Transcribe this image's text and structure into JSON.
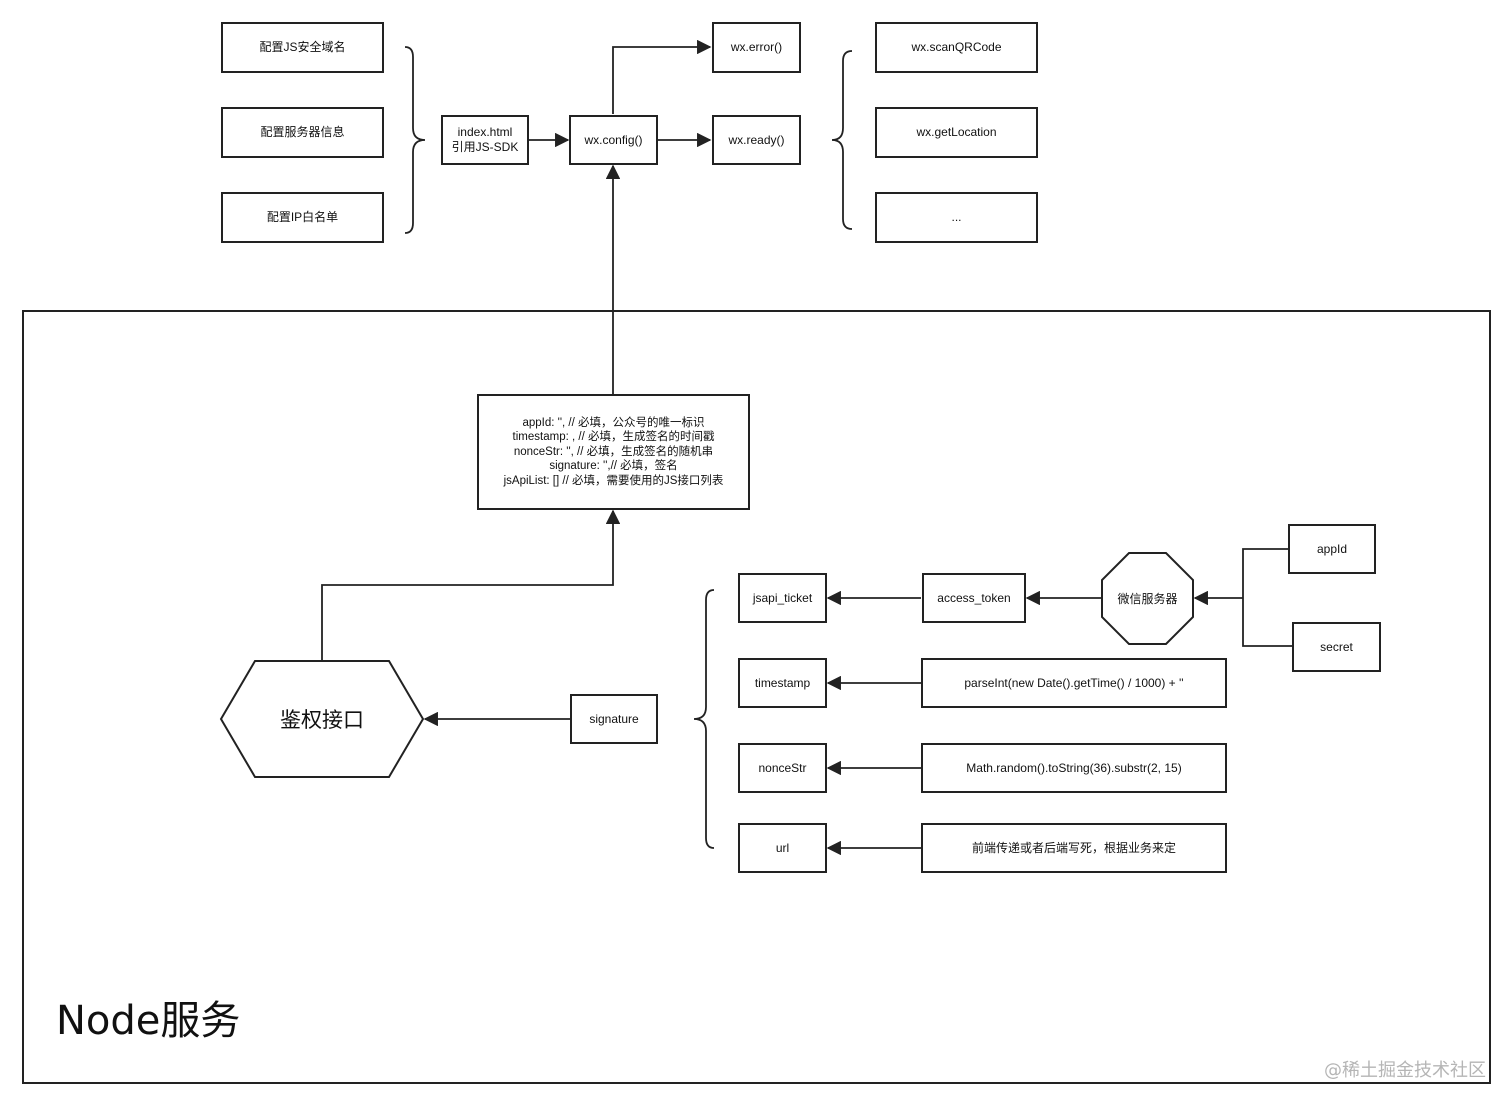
{
  "top": {
    "config_items": [
      "配置JS安全域名",
      "配置服务器信息",
      "配置IP白名单"
    ],
    "index_html": "index.html\n引用JS-SDK",
    "wx_config": "wx.config()",
    "wx_error": "wx.error()",
    "wx_ready": "wx.ready()",
    "api_items": [
      "wx.scanQRCode",
      "wx.getLocation",
      "..."
    ]
  },
  "node": {
    "group_label": "Node服务",
    "config_params": "appId: '', // 必填，公众号的唯一标识\ntimestamp: , // 必填，生成签名的时间戳\nnonceStr: '', // 必填，生成签名的随机串\nsignature: '',// 必填，签名\njsApiList: [] // 必填，需要使用的JS接口列表",
    "auth_api": "鉴权接口",
    "signature": "signature",
    "jsapi_ticket": "jsapi_ticket",
    "access_token": "access_token",
    "wechat_server": "微信服务器",
    "appid": "appId",
    "secret": "secret",
    "timestamp": "timestamp",
    "timestamp_expr": "parseInt(new Date().getTime() / 1000) + ''",
    "noncestr": "nonceStr",
    "noncestr_expr": "Math.random().toString(36).substr(2, 15)",
    "url": "url",
    "url_expr": "前端传递或者后端写死，根据业务来定"
  },
  "watermark": "@稀土掘金技术社区"
}
